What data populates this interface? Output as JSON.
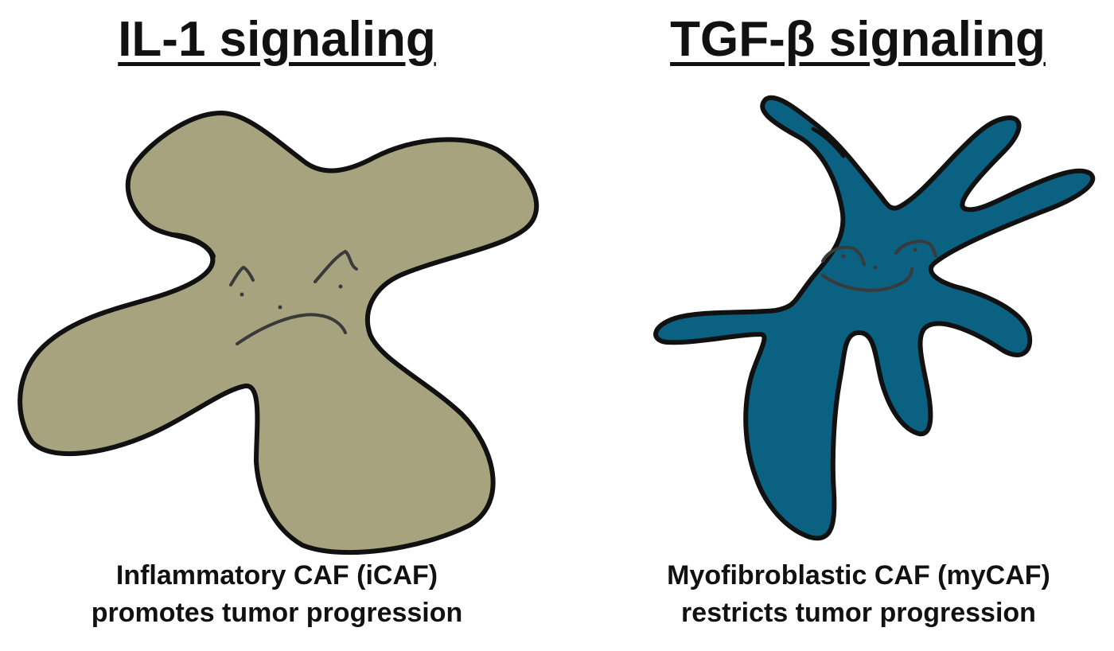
{
  "left_panel": {
    "title": "IL-1 signaling",
    "caption_line1": "Inflammatory CAF (iCAF)",
    "caption_line2": "promotes tumor progression",
    "cell_color": "#a7a37f",
    "expression": "frown"
  },
  "right_panel": {
    "title": "TGF-β signaling",
    "caption_line1": "Myofibroblastic CAF (myCAF)",
    "caption_line2": "restricts tumor progression",
    "cell_color": "#0a6182",
    "expression": "smile"
  },
  "outline_color": "#111111",
  "face_color": "#3a3a3a"
}
